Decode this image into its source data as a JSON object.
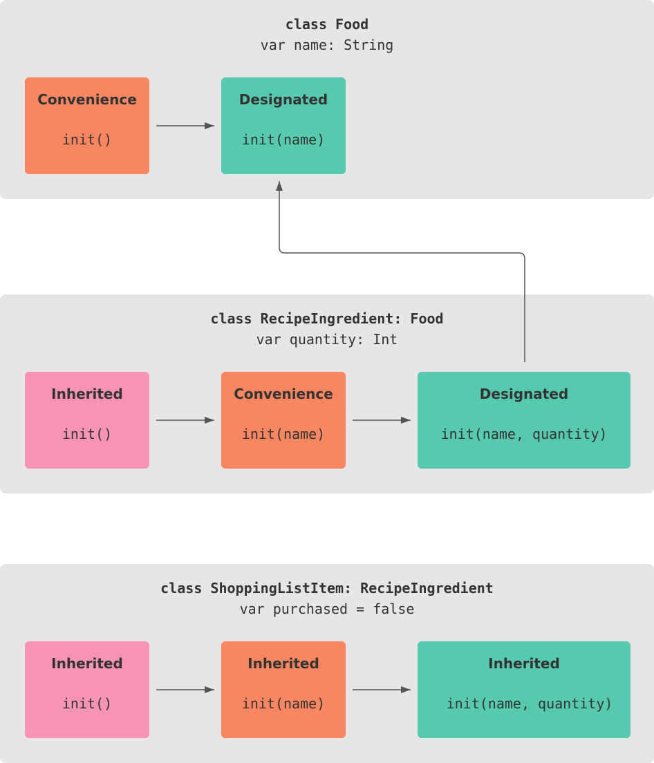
{
  "colors": {
    "panel": "#e6e6e6",
    "convenience": "#f88660",
    "designated": "#56c9ae",
    "inherited": "#f793b5",
    "text": "#333333",
    "arrow": "#555555"
  },
  "food": {
    "title": "class Food",
    "property": "var name: String",
    "convenience": {
      "kind": "Convenience",
      "sig": "init()"
    },
    "designated": {
      "kind": "Designated",
      "sig": "init(name)"
    }
  },
  "recipe": {
    "title": "class RecipeIngredient: Food",
    "property": "var quantity: Int",
    "inherited": {
      "kind": "Inherited",
      "sig": "init()"
    },
    "convenience": {
      "kind": "Convenience",
      "sig": "init(name)"
    },
    "designated": {
      "kind": "Designated",
      "sig": "init(name, quantity)"
    }
  },
  "shopping": {
    "title": "class ShoppingListItem: RecipeIngredient",
    "property": "var purchased = false",
    "inherited1": {
      "kind": "Inherited",
      "sig": "init()"
    },
    "inherited2": {
      "kind": "Inherited",
      "sig": "init(name)"
    },
    "inherited3": {
      "kind": "Inherited",
      "sig": "init(name, quantity)"
    }
  }
}
